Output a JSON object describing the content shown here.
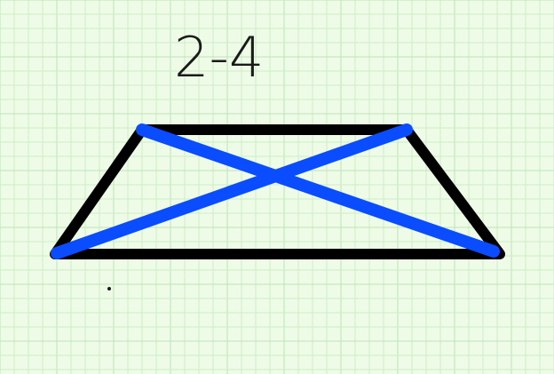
{
  "label": "2-4",
  "colors": {
    "background": "#eefbe6",
    "grid_minor": "#cfeec8",
    "grid_major": "#bfe3b7",
    "trapezoid_stroke": "#000000",
    "diagonal_stroke": "#0a4cff",
    "ink": "#1a1a1a"
  },
  "shapes": {
    "trapezoid": "trapezoid",
    "diagonals": [
      "diagonal",
      "diagonal"
    ]
  }
}
